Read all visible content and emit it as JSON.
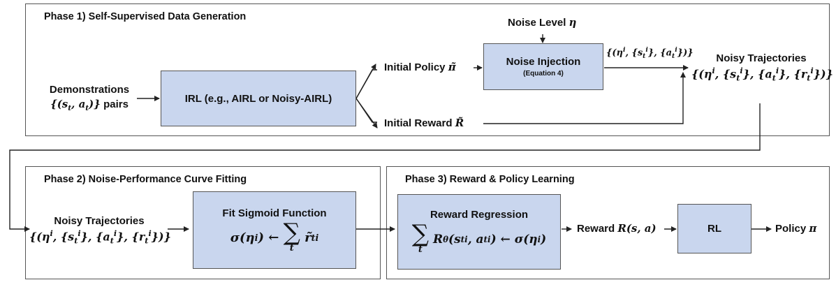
{
  "phase1": {
    "title": "Phase 1) Self-Supervised Data Generation",
    "demo_label": "Demonstrations",
    "demo_pairs_suffix": "pairs",
    "irl_label": "IRL (e.g., AIRL or Noisy-AIRL)",
    "initial_policy": "Initial Policy",
    "initial_reward": "Initial Reward",
    "noise_level": "Noise Level",
    "noise_injection": "Noise Injection",
    "noise_injection_sub": "(Equation 4)",
    "noisy_trajectories": "Noisy Trajectories"
  },
  "phase2": {
    "title": "Phase 2) Noise-Performance Curve Fitting",
    "noisy_trajectories": "Noisy Trajectories",
    "fit_sigmoid": "Fit Sigmoid Function"
  },
  "phase3": {
    "title": "Phase 3) Reward & Policy Learning",
    "reward_regression": "Reward Regression",
    "reward_output": "Reward",
    "rl_label": "RL",
    "policy_output": "Policy"
  },
  "colors": {
    "box_fill": "#c9d6ee",
    "border": "#555555",
    "arrow": "#222222"
  }
}
